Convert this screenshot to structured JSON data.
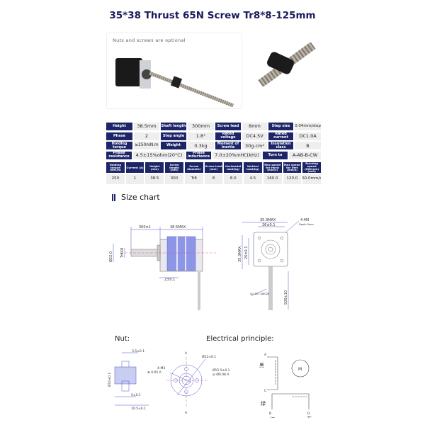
{
  "title": "35*38 Thrust 65N Screw Tr8*8-125mm",
  "photo_caption": "Nuts and screws are optional",
  "spec_table": {
    "rows": [
      [
        [
          "Height",
          "38.5mm"
        ],
        [
          "Shaft length",
          "300mm"
        ],
        [
          "Screw lead",
          "8mm"
        ],
        [
          "Step size",
          "0.04mm/step"
        ]
      ],
      [
        [
          "Phase",
          "2"
        ],
        [
          "Step angle",
          "1.8°"
        ],
        [
          "Rated voltage",
          "DC4.5V"
        ],
        [
          "Rated current",
          "DC1.0A"
        ]
      ],
      [
        [
          "Holding torque",
          "≥250mN.m"
        ],
        [
          "Weight",
          "0.3kg"
        ],
        [
          "Moment of inertia",
          "30g.cm²"
        ],
        [
          "Insulation class",
          "B"
        ]
      ],
      [
        [
          "Phase resistance",
          "4.5±15%ohm(20°C)"
        ],
        [
          "Phase inductance",
          "7.0±20%mH(1kHz)"
        ],
        [
          "Turn to",
          "A-AB-B-CW"
        ]
      ]
    ]
  },
  "perf_table": {
    "headers": [
      "Holding torque (mN.m)",
      "Current (A)",
      "Height (mm)",
      "Screw length (mm)",
      "Screw diameter",
      "Screw lead (mm)",
      "Horizontal load(kg)",
      "Vertical load(kg)",
      "Max speed for Horiz (mm/s)",
      "Max speed for Vert (mm/s)",
      "Running speed (600rpm) (mm)"
    ],
    "values": [
      "250",
      "1",
      "38.5",
      "300",
      "Tr8",
      "8",
      "8.0",
      "4.5",
      "160.0",
      "120.0",
      "60.0mm/s"
    ]
  },
  "size_chart_label": "Size chart",
  "motor_drawing": {
    "d1": "300±1",
    "d2": "38.5MAX",
    "d3": "2±0.1",
    "d4": "Ø22.0",
    "d5": "Tr8X8",
    "d6": "35.3MAX",
    "d7": "26±0.1",
    "d8": "35.3MAX",
    "d9": "26±0.1",
    "d10": "4-M3",
    "d11": "Depth 3mm",
    "d12": "500±10",
    "d13": "UL1007 AWG26"
  },
  "nut_label": "Nut:",
  "nut_drawing": {
    "d1": "3.5±0.1",
    "d2": "Ø10±0.1",
    "d3": "5±0.1",
    "d4": "10.5±0.1",
    "d5": "4-M3",
    "d6": "⊕ 0.05 A",
    "d7": "Ø22±0.1",
    "d8": "Ø15.5±0.1",
    "d9": "◎ Ø0.08 A",
    "a": "A"
  },
  "electrical_label": "Electrical principle:",
  "electrical": {
    "A": "A",
    "C": "C",
    "B": "B",
    "D": "D",
    "black": "黑",
    "green": "绿",
    "red": "红",
    "blue": "蓝",
    "motor": "M"
  }
}
